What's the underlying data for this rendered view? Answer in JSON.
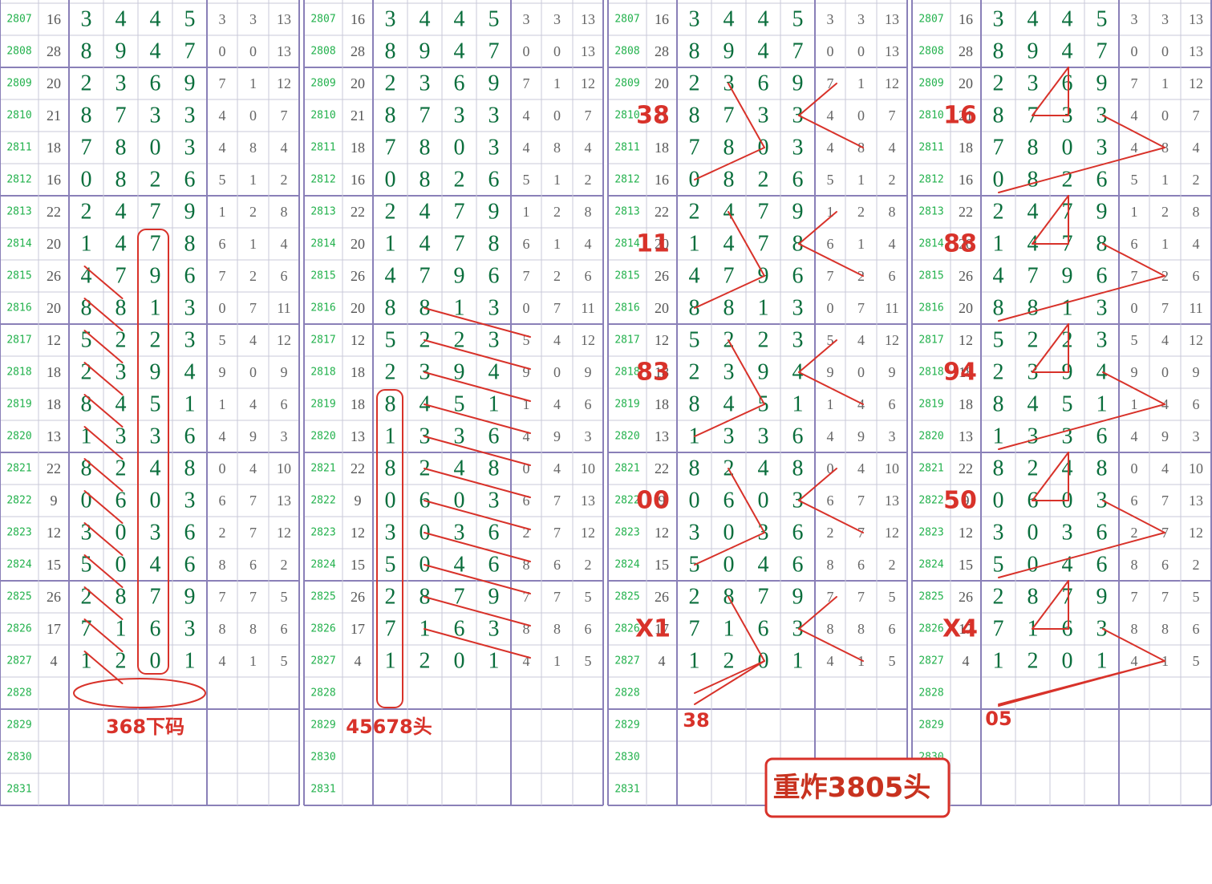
{
  "rows": [
    {
      "issue": "2807",
      "sum": "16",
      "d": [
        "3",
        "4",
        "4",
        "5"
      ],
      "s": [
        "3",
        "3",
        "13"
      ]
    },
    {
      "issue": "2808",
      "sum": "28",
      "d": [
        "8",
        "9",
        "4",
        "7"
      ],
      "s": [
        "0",
        "0",
        "13"
      ]
    },
    {
      "issue": "2809",
      "sum": "20",
      "d": [
        "2",
        "3",
        "6",
        "9"
      ],
      "s": [
        "7",
        "1",
        "12"
      ]
    },
    {
      "issue": "2810",
      "sum": "21",
      "d": [
        "8",
        "7",
        "3",
        "3"
      ],
      "s": [
        "4",
        "0",
        "7"
      ]
    },
    {
      "issue": "2811",
      "sum": "18",
      "d": [
        "7",
        "8",
        "0",
        "3"
      ],
      "s": [
        "4",
        "8",
        "4"
      ]
    },
    {
      "issue": "2812",
      "sum": "16",
      "d": [
        "0",
        "8",
        "2",
        "6"
      ],
      "s": [
        "5",
        "1",
        "2"
      ]
    },
    {
      "issue": "2813",
      "sum": "22",
      "d": [
        "2",
        "4",
        "7",
        "9"
      ],
      "s": [
        "1",
        "2",
        "8"
      ]
    },
    {
      "issue": "2814",
      "sum": "20",
      "d": [
        "1",
        "4",
        "7",
        "8"
      ],
      "s": [
        "6",
        "1",
        "4"
      ]
    },
    {
      "issue": "2815",
      "sum": "26",
      "d": [
        "4",
        "7",
        "9",
        "6"
      ],
      "s": [
        "7",
        "2",
        "6"
      ]
    },
    {
      "issue": "2816",
      "sum": "20",
      "d": [
        "8",
        "8",
        "1",
        "3"
      ],
      "s": [
        "0",
        "7",
        "11"
      ]
    },
    {
      "issue": "2817",
      "sum": "12",
      "d": [
        "5",
        "2",
        "2",
        "3"
      ],
      "s": [
        "5",
        "4",
        "12"
      ]
    },
    {
      "issue": "2818",
      "sum": "18",
      "d": [
        "2",
        "3",
        "9",
        "4"
      ],
      "s": [
        "9",
        "0",
        "9"
      ]
    },
    {
      "issue": "2819",
      "sum": "18",
      "d": [
        "8",
        "4",
        "5",
        "1"
      ],
      "s": [
        "1",
        "4",
        "6"
      ]
    },
    {
      "issue": "2820",
      "sum": "13",
      "d": [
        "1",
        "3",
        "3",
        "6"
      ],
      "s": [
        "4",
        "9",
        "3"
      ]
    },
    {
      "issue": "2821",
      "sum": "22",
      "d": [
        "8",
        "2",
        "4",
        "8"
      ],
      "s": [
        "0",
        "4",
        "10"
      ]
    },
    {
      "issue": "2822",
      "sum": "9",
      "d": [
        "0",
        "6",
        "0",
        "3"
      ],
      "s": [
        "6",
        "7",
        "13"
      ]
    },
    {
      "issue": "2823",
      "sum": "12",
      "d": [
        "3",
        "0",
        "3",
        "6"
      ],
      "s": [
        "2",
        "7",
        "12"
      ]
    },
    {
      "issue": "2824",
      "sum": "15",
      "d": [
        "5",
        "0",
        "4",
        "6"
      ],
      "s": [
        "8",
        "6",
        "2"
      ]
    },
    {
      "issue": "2825",
      "sum": "26",
      "d": [
        "2",
        "8",
        "7",
        "9"
      ],
      "s": [
        "7",
        "7",
        "5"
      ]
    },
    {
      "issue": "2826",
      "sum": "17",
      "d": [
        "7",
        "1",
        "6",
        "3"
      ],
      "s": [
        "8",
        "8",
        "6"
      ]
    },
    {
      "issue": "2827",
      "sum": "4",
      "d": [
        "1",
        "2",
        "0",
        "1"
      ],
      "s": [
        "4",
        "1",
        "5"
      ]
    },
    {
      "issue": "2828",
      "sum": "",
      "d": [
        "",
        "",
        "",
        ""
      ],
      "s": [
        "",
        "",
        ""
      ]
    },
    {
      "issue": "2829",
      "sum": "",
      "d": [
        "",
        "",
        "",
        ""
      ],
      "s": [
        "",
        "",
        ""
      ]
    },
    {
      "issue": "2830",
      "sum": "",
      "d": [
        "",
        "",
        "",
        ""
      ],
      "s": [
        "",
        "",
        ""
      ]
    },
    {
      "issue": "2831",
      "sum": "",
      "d": [
        "",
        "",
        "",
        ""
      ],
      "s": [
        "",
        "",
        ""
      ]
    }
  ],
  "panel_labels": {
    "p1_note": "368下码",
    "p2_note": "45678头",
    "p3_marks": [
      "38",
      "11",
      "83",
      "00",
      "X1"
    ],
    "p3_bottom": "38",
    "p4_marks": [
      "16",
      "88",
      "94",
      "50",
      "X4"
    ],
    "p4_bottom": "05",
    "banner": "重炸3805头"
  },
  "colors": {
    "grid_line": "#c8c8d8",
    "grid_heavy": "#8a80b8",
    "issue_text": "#22b14c",
    "digit_text": "#0a6e3c",
    "annotation": "#d8322a"
  }
}
